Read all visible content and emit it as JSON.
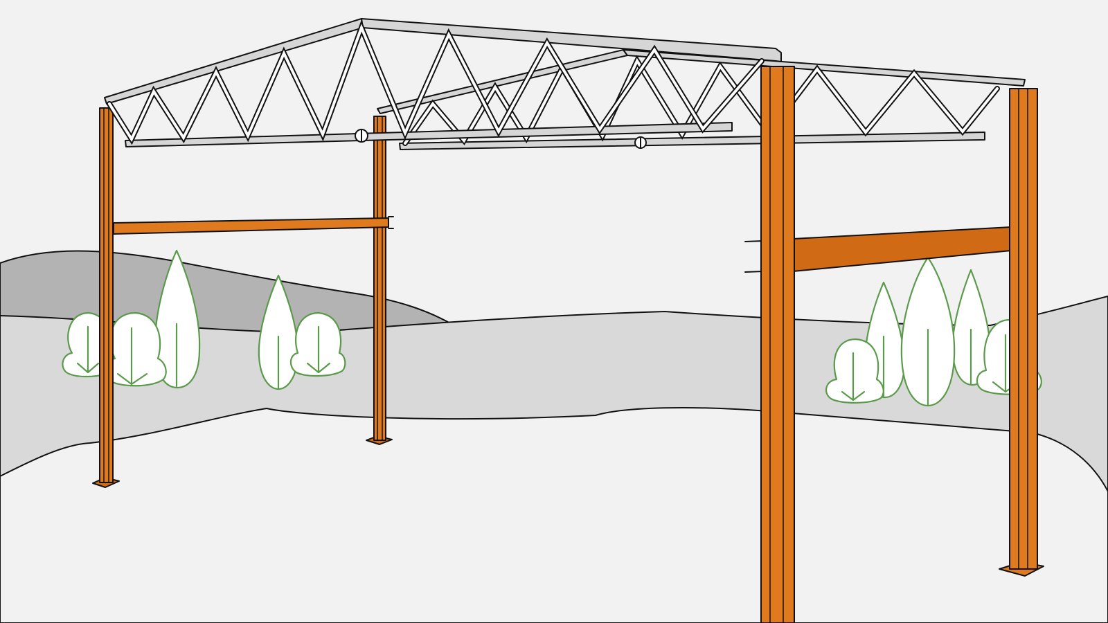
{
  "colors": {
    "background": "#f2f2f2",
    "hill_far": "#b3b3b3",
    "hill_mid": "#d9d9d9",
    "ground": "#f2f2f2",
    "outline": "#111111",
    "steel_orange": "#e07a1e",
    "steel_orange_dark": "#d06a14",
    "truss_chord": "#d6d6d6",
    "truss_web": "#ffffff",
    "tree_fill": "#ffffff",
    "tree_stroke": "#5a9a4a"
  },
  "icons": {
    "columns": "steel-i-beam-column",
    "beams": "steel-i-beam",
    "trusses": "roof-truss",
    "trees": "stylized-tree"
  }
}
